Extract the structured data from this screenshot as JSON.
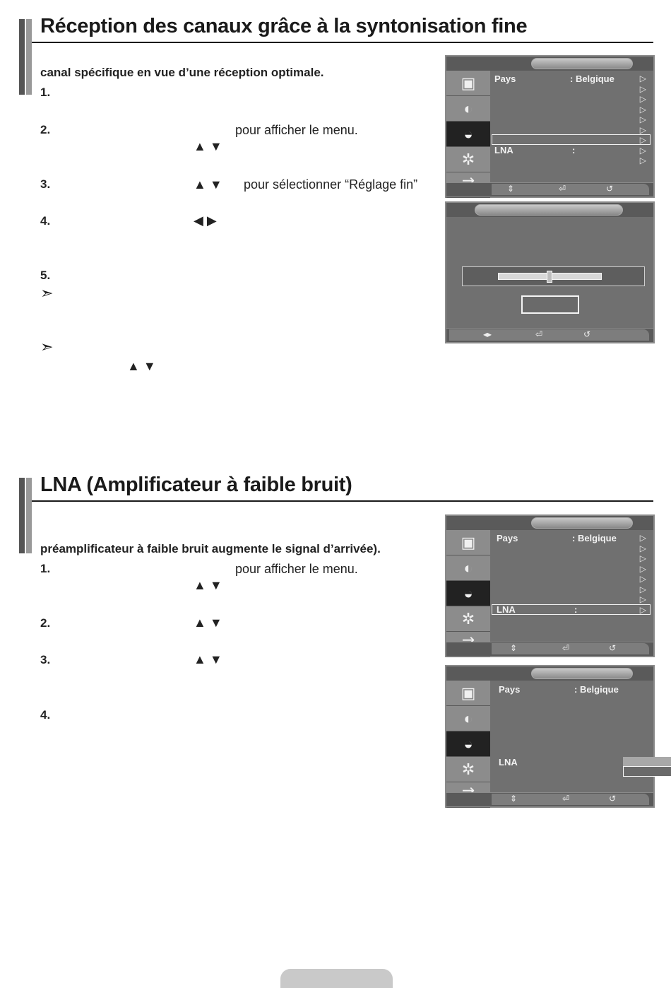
{
  "section1": {
    "title": "Réception des canaux grâce à la syntonisation fine",
    "intro": "canal spécifique en vue d’une réception optimale.",
    "steps": [
      {
        "num": "1.",
        "text": ""
      },
      {
        "num": "2.",
        "text": "pour afficher le menu.",
        "arrows": "▲    ▼"
      },
      {
        "num": "3.",
        "arrows": "▲     ▼",
        "text": "pour sélectionner “Réglage fin”"
      },
      {
        "num": "4.",
        "arrows": "◀     ▶"
      },
      {
        "num": "5.",
        "text": ""
      }
    ],
    "note_arrow": "➣",
    "note_arrows": "▲    ▼"
  },
  "section2": {
    "title": "LNA (Amplificateur à faible bruit)",
    "intro": "préamplificateur à faible bruit augmente le signal d’arrivée).",
    "steps": [
      {
        "num": "1.",
        "text": "pour afficher le menu.",
        "arrows": "▲    ▼"
      },
      {
        "num": "2.",
        "arrows": "▲     ▼"
      },
      {
        "num": "3.",
        "arrows": "▲     ▼"
      },
      {
        "num": "4.",
        "text": ""
      }
    ]
  },
  "osd": {
    "pays_label": "Pays",
    "pays_value": ": Belgique",
    "lna_label": "LNA",
    "lna_sep": ":",
    "nav_updown": "⇕",
    "nav_leftright": "◂▸",
    "nav_enter": "⏎",
    "nav_return": "↺",
    "tri": "▷"
  },
  "icons": [
    "picture-icon",
    "sound-icon",
    "channel-icon",
    "setup-icon",
    "input-icon"
  ]
}
